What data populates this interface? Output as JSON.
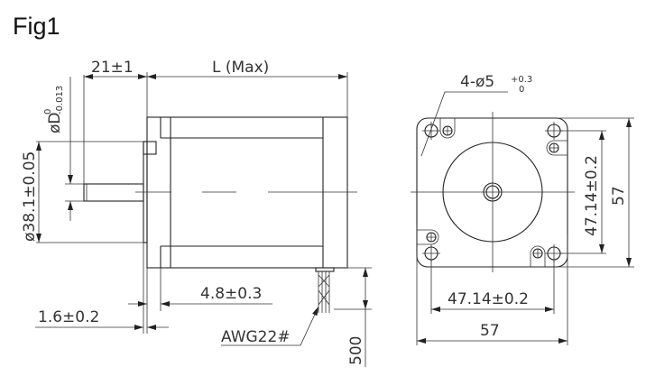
{
  "title": "Fig1",
  "side_view": {
    "shaft_length": "21±1",
    "body_length": "L (Max)",
    "shaft_diameter_symbol": "øD",
    "shaft_diameter_tol_upper": "0",
    "shaft_diameter_tol_lower": "-0.013",
    "pilot_diameter": "ø38.1±0.05",
    "flange_thickness": "1.6±0.2",
    "pilot_depth": "4.8±0.3",
    "wire_gauge": "AWG22#",
    "lead_length": "500"
  },
  "front_view": {
    "holes_label": "4-ø5",
    "holes_tol_upper": "+0.3",
    "holes_tol_lower": "0",
    "hole_spacing_vertical": "47.14±0.2",
    "hole_spacing_horizontal": "47.14±0.2",
    "frame_height": "57",
    "frame_width": "57"
  }
}
